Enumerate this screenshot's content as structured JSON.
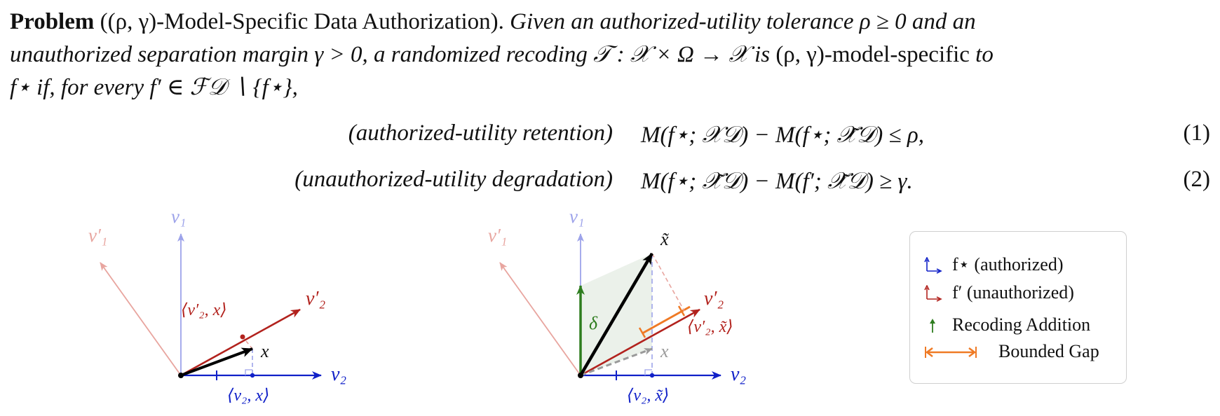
{
  "problem": {
    "heading": "Problem",
    "heading_paren": "((ρ, γ)-Model-Specific Data Authorization).",
    "line1_italic": "Given an authorized-utility tolerance ρ ≥ 0 and an",
    "line2_italic": "unauthorized separation margin γ > 0, a randomized recoding 𝒯 : 𝒳 × Ω → 𝒳 is",
    "line2_upright": "(ρ, γ)-model-specific",
    "line2_tail": "to",
    "line3_italic": "f⋆ if, for every f′ ∈ ℱ𝒟 ∖ {f⋆},"
  },
  "equations": [
    {
      "label": "(authorized-utility retention)",
      "body": "M(f⋆; 𝒳𝒟) − M(f⋆; 𝒳̃𝒟) ≤ ρ,",
      "number": "(1)"
    },
    {
      "label": "(unauthorized-utility degradation)",
      "body": "M(f⋆; 𝒳̃𝒟) − M(f′; 𝒳̃𝒟) ≥ γ.",
      "number": "(2)"
    }
  ],
  "figure_left": {
    "v1": "v₁",
    "v1p": "v′₁",
    "v2": "v₂",
    "v2p": "v′₂",
    "x": "x",
    "proj_v2": "⟨v₂, x⟩",
    "proj_v2p": "⟨v′₂, x⟩"
  },
  "figure_right": {
    "v1": "v₁",
    "v1p": "v′₁",
    "v2": "v₂",
    "v2p": "v′₂",
    "x": "x",
    "xt": "x̃",
    "delta": "δ",
    "proj_v2": "⟨v₂, x̃⟩",
    "proj_v2p": "⟨v′₂, x̃⟩"
  },
  "legend": {
    "items": [
      {
        "label": "f⋆ (authorized)"
      },
      {
        "label": "f′ (unauthorized)"
      },
      {
        "label": "Recoding Addition"
      },
      {
        "label": "Bounded Gap"
      }
    ]
  },
  "colors": {
    "blue": "#1020c8",
    "lightblue": "#9da3ea",
    "red": "#b2221d",
    "lightred": "#e8a59f",
    "green": "#2e7d1f",
    "orange": "#ef7a25",
    "black": "#000000"
  }
}
